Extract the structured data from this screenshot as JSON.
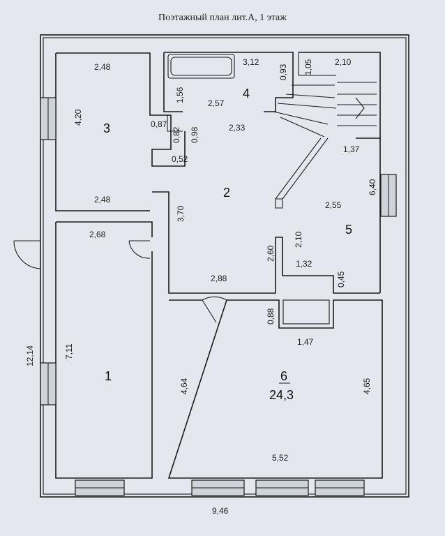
{
  "title": "Поэтажный план лит.А, 1 этаж",
  "outer": {
    "width_label": "9,46",
    "height_label": "12,14"
  },
  "rooms": {
    "r1": {
      "number": "1",
      "h": "7,11",
      "w": "2,68"
    },
    "r2": {
      "number": "2",
      "h": "3,70",
      "w": "2,88",
      "left_w": "2,48"
    },
    "r3": {
      "number": "3",
      "w": "2,48",
      "h": "4,20",
      "n087": "0,87",
      "n082": "0,82",
      "n052": "0,52",
      "n098": "0,98"
    },
    "r4": {
      "number": "4",
      "w": "3,12",
      "h": "1,56",
      "w2": "2,57",
      "w3": "2,33",
      "h2": "0,93"
    },
    "r5": {
      "number": "5",
      "h": "6,40",
      "w": "2,55",
      "h2": "2,10",
      "h3": "2,60",
      "w2": "1,32",
      "h4": "0,45",
      "top1": "1,05",
      "top2": "2,10",
      "stair": "1,37"
    },
    "r6": {
      "number": "6",
      "area": "24,3",
      "h_left": "4,64",
      "h_right": "4,65",
      "w": "5,52",
      "niche_w": "1,47",
      "niche_h": "0,88"
    }
  }
}
